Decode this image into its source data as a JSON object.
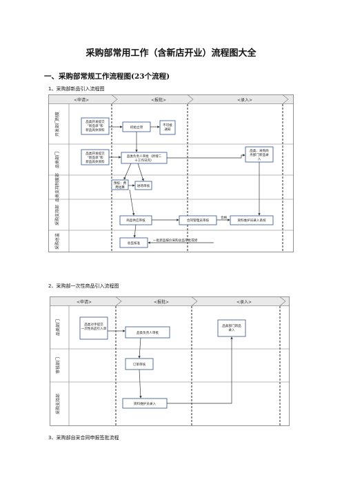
{
  "document": {
    "title": "采购部常用工作（含新店开业）流程图大全",
    "section1": "一、采购部常规工作流程图(23个流程)",
    "flow1_heading": "1、采购部新品引入流程图",
    "flow2_heading": "2、采购部一次性商品引入流程图",
    "flow3_heading": "3、采购部自采合同申报签批流程"
  },
  "flow1": {
    "phases": [
      "<申请>",
      "<报批>",
      "<录入>"
    ],
    "lanes": [
      "开发部门制度",
      "品类部门",
      "品类支持制度部",
      "采购支持部",
      "采购总监"
    ],
    "boxes": {
      "b1": "品类开发提交\n“新品单”和\n新品具体资料",
      "b2": "初始立项",
      "b3": "不可接\n通知",
      "b4": "品类开发提交\n“新品单”和\n新品具体资料",
      "b5": "品类负责人审批（新增二\n十工作日内）",
      "b6": "品类、采购商\n务部门新品录\n入",
      "b7": "预核：费\n用估算",
      "b8": "进场审核",
      "b9": "商品供应审核",
      "b10": "合同管理员审核",
      "b11": "资料维护员录入系统",
      "b12": "总监核准"
    },
    "labels": {
      "pass": "合格",
      "note": "一批新品报价采购总监审批或修"
    }
  },
  "flow2": {
    "phases": [
      "<申请>",
      "<报批>",
      "<录入>"
    ],
    "lanes": [
      "品类部门",
      "审核部门",
      "采购支持部"
    ],
    "boxes": {
      "b1": "品类对手提交\n一次性商品引入单",
      "b2": "品类负责人审批",
      "b3": "品类部门新品\n录入",
      "b4": "订单审核",
      "b5": "资料维护员录入"
    }
  }
}
